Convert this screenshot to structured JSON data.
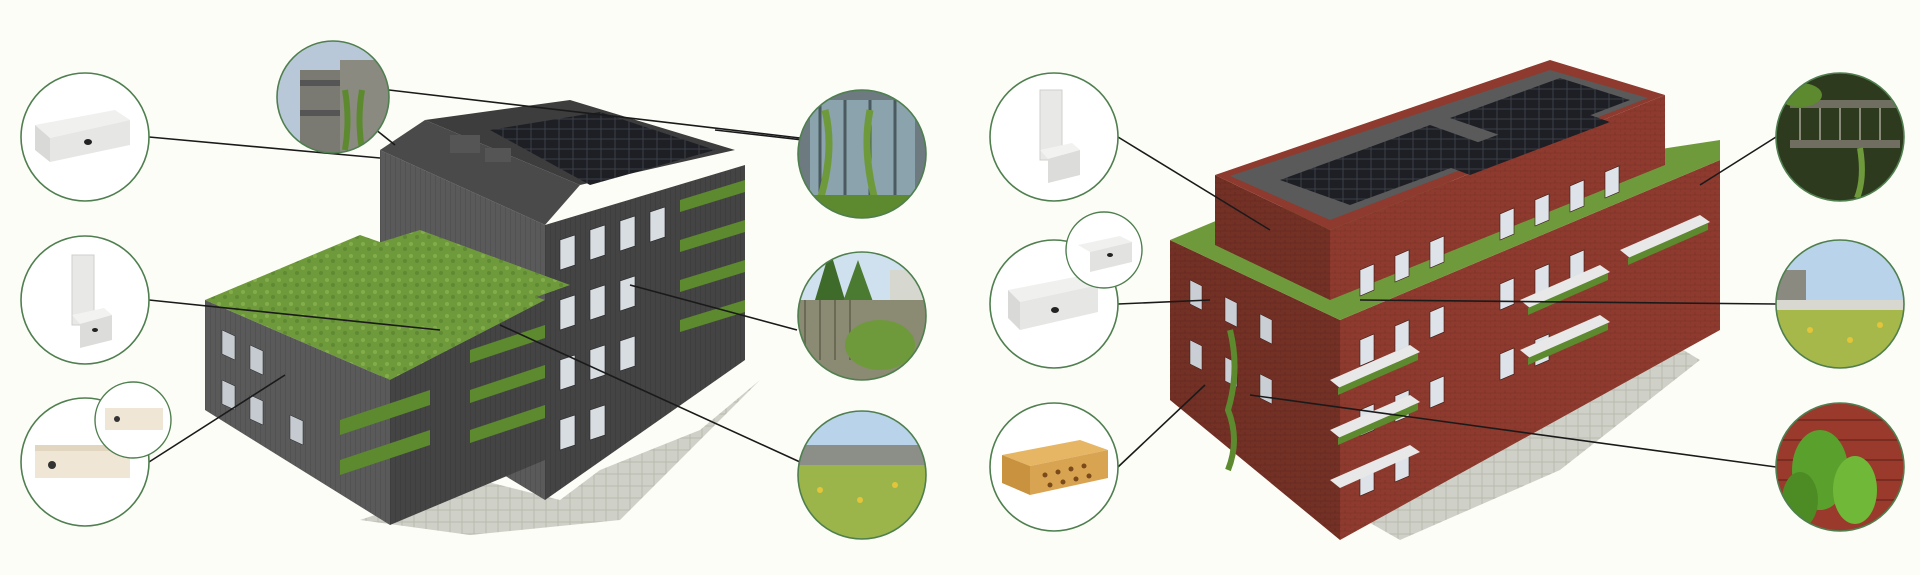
{
  "diagram": {
    "left_building": {
      "name": "dark-timber-building",
      "colors": {
        "facade": "#5e5e5e",
        "facade_dark": "#3f3f3f",
        "roof": "#4a4a4a",
        "green_roof": "#6f9a3c",
        "balcony_plants": "#5d8a2e",
        "paving": "#c9cbc2"
      },
      "callouts": [
        {
          "id": "bird-box-roof",
          "icon": "bird-nest-box-icon",
          "side": "left"
        },
        {
          "id": "bat-tower",
          "icon": "bat-box-tower-icon",
          "side": "left"
        },
        {
          "id": "bird-box-pair",
          "icon": "bird-box-pair-icon",
          "side": "left"
        },
        {
          "id": "climbing-plants-photo",
          "icon": "climbing-facade-photo-icon",
          "side": "top"
        },
        {
          "id": "green-facade-photo",
          "icon": "green-facade-photo-icon",
          "side": "right"
        },
        {
          "id": "garden-photo",
          "icon": "trees-garden-photo-icon",
          "side": "right"
        },
        {
          "id": "meadow-roof-photo",
          "icon": "meadow-roof-photo-icon",
          "side": "right"
        }
      ]
    },
    "right_building": {
      "name": "red-brick-building",
      "colors": {
        "facade": "#8e3a2e",
        "facade_dark": "#6e2a21",
        "roof": "#5a5a5a",
        "green_roof": "#6f9a3c",
        "balcony_plants": "#5d8a2e",
        "paving": "#c9cbc2"
      },
      "callouts": [
        {
          "id": "bat-tower-2",
          "icon": "bat-box-tower-icon",
          "side": "left"
        },
        {
          "id": "bird-box-pair-2",
          "icon": "bird-box-pair-icon",
          "side": "left"
        },
        {
          "id": "insect-brick",
          "icon": "insect-hotel-brick-icon",
          "side": "left"
        },
        {
          "id": "balcony-photo",
          "icon": "planted-balcony-photo-icon",
          "side": "right"
        },
        {
          "id": "meadow-roof-photo-2",
          "icon": "meadow-roof-photo-icon",
          "side": "right"
        },
        {
          "id": "climber-leaves-photo",
          "icon": "climber-leaves-photo-icon",
          "side": "right"
        }
      ]
    },
    "accent_colors": {
      "circle_stroke": "#4f7f4f",
      "leader_line": "#1a1a1a"
    }
  }
}
